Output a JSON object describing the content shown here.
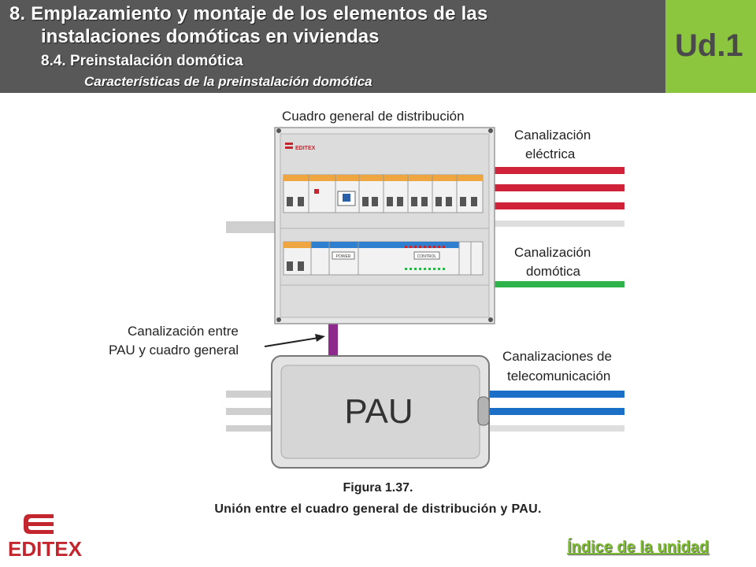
{
  "header": {
    "title_line1": "8. Emplazamiento y montaje de los elementos de las",
    "title_line2": "instalaciones domóticas en viviendas",
    "subtitle": "8.4. Preinstalación domótica",
    "section": "Características de la preinstalación domótica",
    "unit_badge": "Ud.1"
  },
  "diagram": {
    "title": "Cuadro general de distribución",
    "labels": {
      "electrica_1": "Canalización",
      "electrica_2": "eléctrica",
      "domotica_1": "Canalización",
      "domotica_2": "domótica",
      "link_1": "Canalización entre",
      "link_2": "PAU y cuadro general",
      "telecom_1": "Canalizaciones de",
      "telecom_2": "telecomunicación",
      "pau": "PAU",
      "brand": "EDITEX",
      "power_module": "POWER",
      "control_module": "CONTROL"
    },
    "colors": {
      "electrica": "#d0233a",
      "domotica": "#2db34a",
      "telecom": "#1b6fc6",
      "link": "#8e2a8e",
      "neutral": "#cfcfcf"
    }
  },
  "caption": {
    "figure": "Figura 1.37.",
    "text": "Unión entre el cuadro general de distribución y PAU."
  },
  "footer": {
    "logo_text": "EDITEX",
    "index_link": "Índice de la unidad"
  }
}
